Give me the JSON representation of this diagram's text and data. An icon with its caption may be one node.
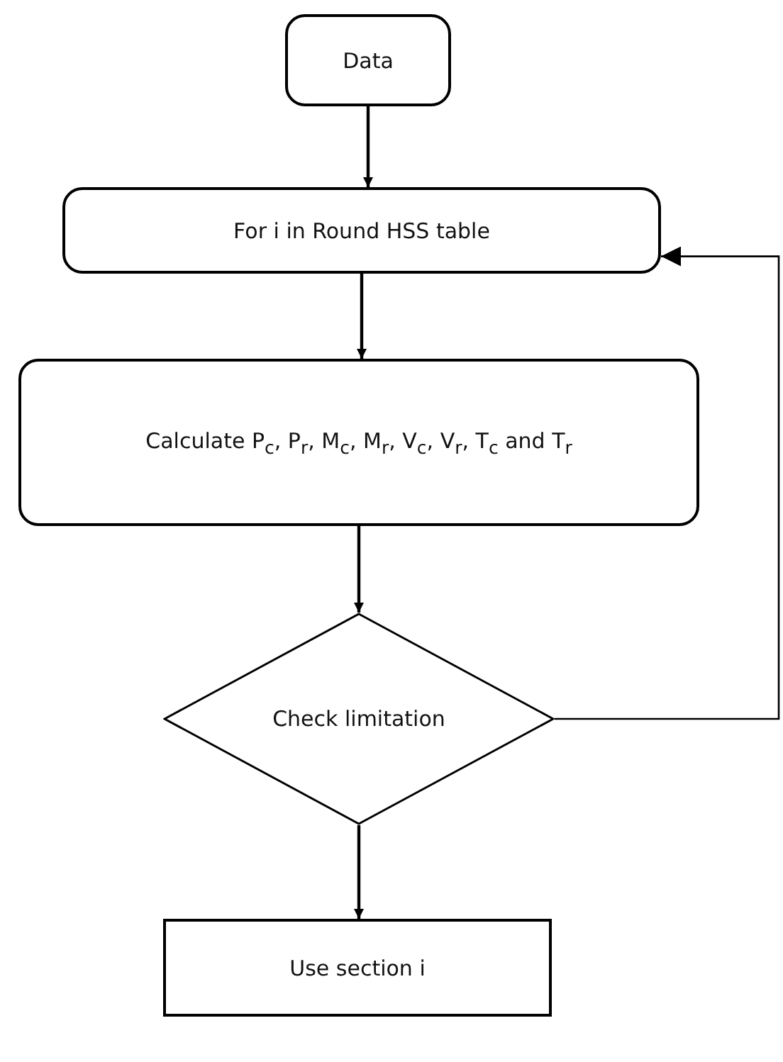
{
  "diagram": {
    "nodes": [
      {
        "text": [
          "Data"
        ]
      },
      {
        "text": [
          "For i in Round HSS table"
        ]
      },
      {
        "text": [
          "Calculate P$_{c}$, P$_{r}$, M$_{c}$, M$_{r}$, V$_{c}$, V$_{r}$, T$_{c}$ and T$_{r}$"
        ]
      },
      {
        "text": [
          "Check limitation"
        ]
      },
      {
        "text": [
          "Use section i"
        ]
      }
    ],
    "edges": [
      {
        "from": 0,
        "to": 1,
        "arrow": "to"
      },
      {
        "from": 1,
        "to": 2,
        "arrow": "to"
      },
      {
        "from": 2,
        "to": 3,
        "arrow": "to"
      },
      {
        "from": 3,
        "to": 1,
        "arrow": "to"
      },
      {
        "from": 3,
        "to": 4,
        "arrow": "to"
      }
    ]
  }
}
